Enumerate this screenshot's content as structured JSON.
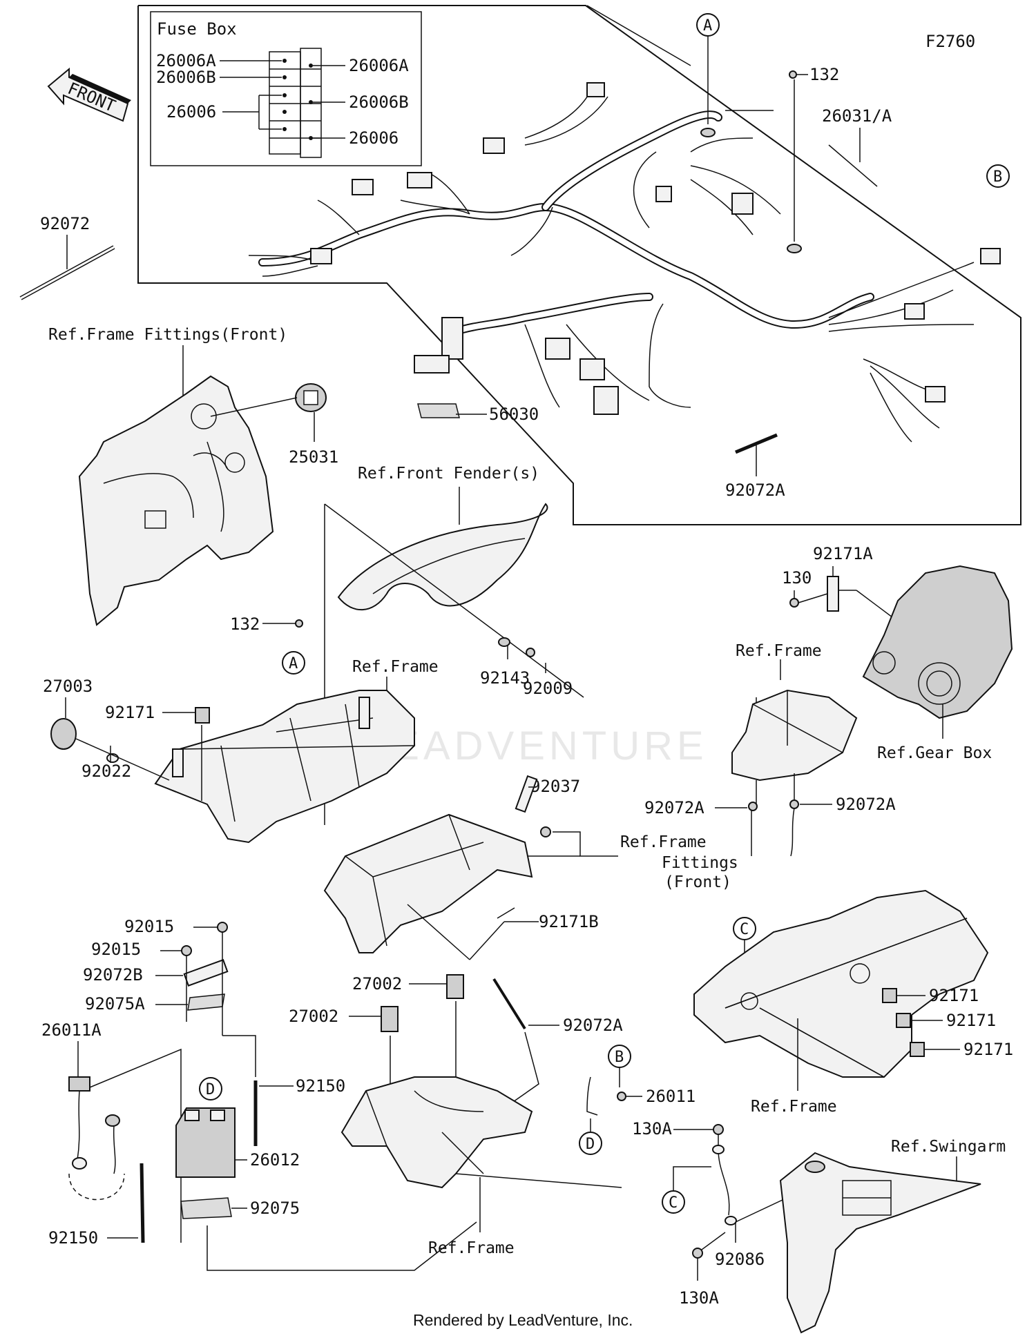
{
  "diagram_code": "F2760",
  "front_arrow": "FRONT",
  "credit": "Rendered by LeadVenture, Inc.",
  "watermark": "LEADVENTURE",
  "fuse_box": {
    "title": "Fuse Box",
    "labels": [
      "26006A",
      "26006B",
      "26006",
      "26006A",
      "26006B",
      "26006"
    ]
  },
  "callouts": [
    "A",
    "B",
    "C",
    "D"
  ],
  "parts": {
    "p132_top": "132",
    "p26031A": "26031/A",
    "p92072": "92072",
    "p56030": "56030",
    "p92072A_1": "92072A",
    "p25031": "25031",
    "p132": "132",
    "p27003": "27003",
    "p92171_1": "92171",
    "p92022": "92022",
    "p92143": "92143",
    "p92009": "92009",
    "p92171A": "92171A",
    "p130": "130",
    "p92072A_2": "92072A",
    "p92072A_3": "92072A",
    "p92037": "92037",
    "p92171B": "92171B",
    "p92015_1": "92015",
    "p92015_2": "92015",
    "p92072B": "92072B",
    "p92075A": "92075A",
    "p26011A": "26011A",
    "p92150_1": "92150",
    "p26012": "26012",
    "p92075": "92075",
    "p92150_2": "92150",
    "p27002_1": "27002",
    "p27002_2": "27002",
    "p92072A_4": "92072A",
    "p26011": "26011",
    "p92171_2": "92171",
    "p92171_3": "92171",
    "p92171_4": "92171",
    "p130A_1": "130A",
    "p92086": "92086",
    "p130A_2": "130A"
  },
  "references": {
    "frame_fittings_front": "Ref.Frame Fittings(Front)",
    "front_fenders": "Ref.Front Fender(s)",
    "frame_1": "Ref.Frame",
    "frame_2": "Ref.Frame",
    "gear_box": "Ref.Gear Box",
    "frame_fittings_2_l1": "Ref.Frame",
    "frame_fittings_2_l2": "Fittings",
    "frame_fittings_2_l3": "(Front)",
    "frame_3": "Ref.Frame",
    "frame_4": "Ref.Frame",
    "swingarm": "Ref.Swingarm"
  }
}
